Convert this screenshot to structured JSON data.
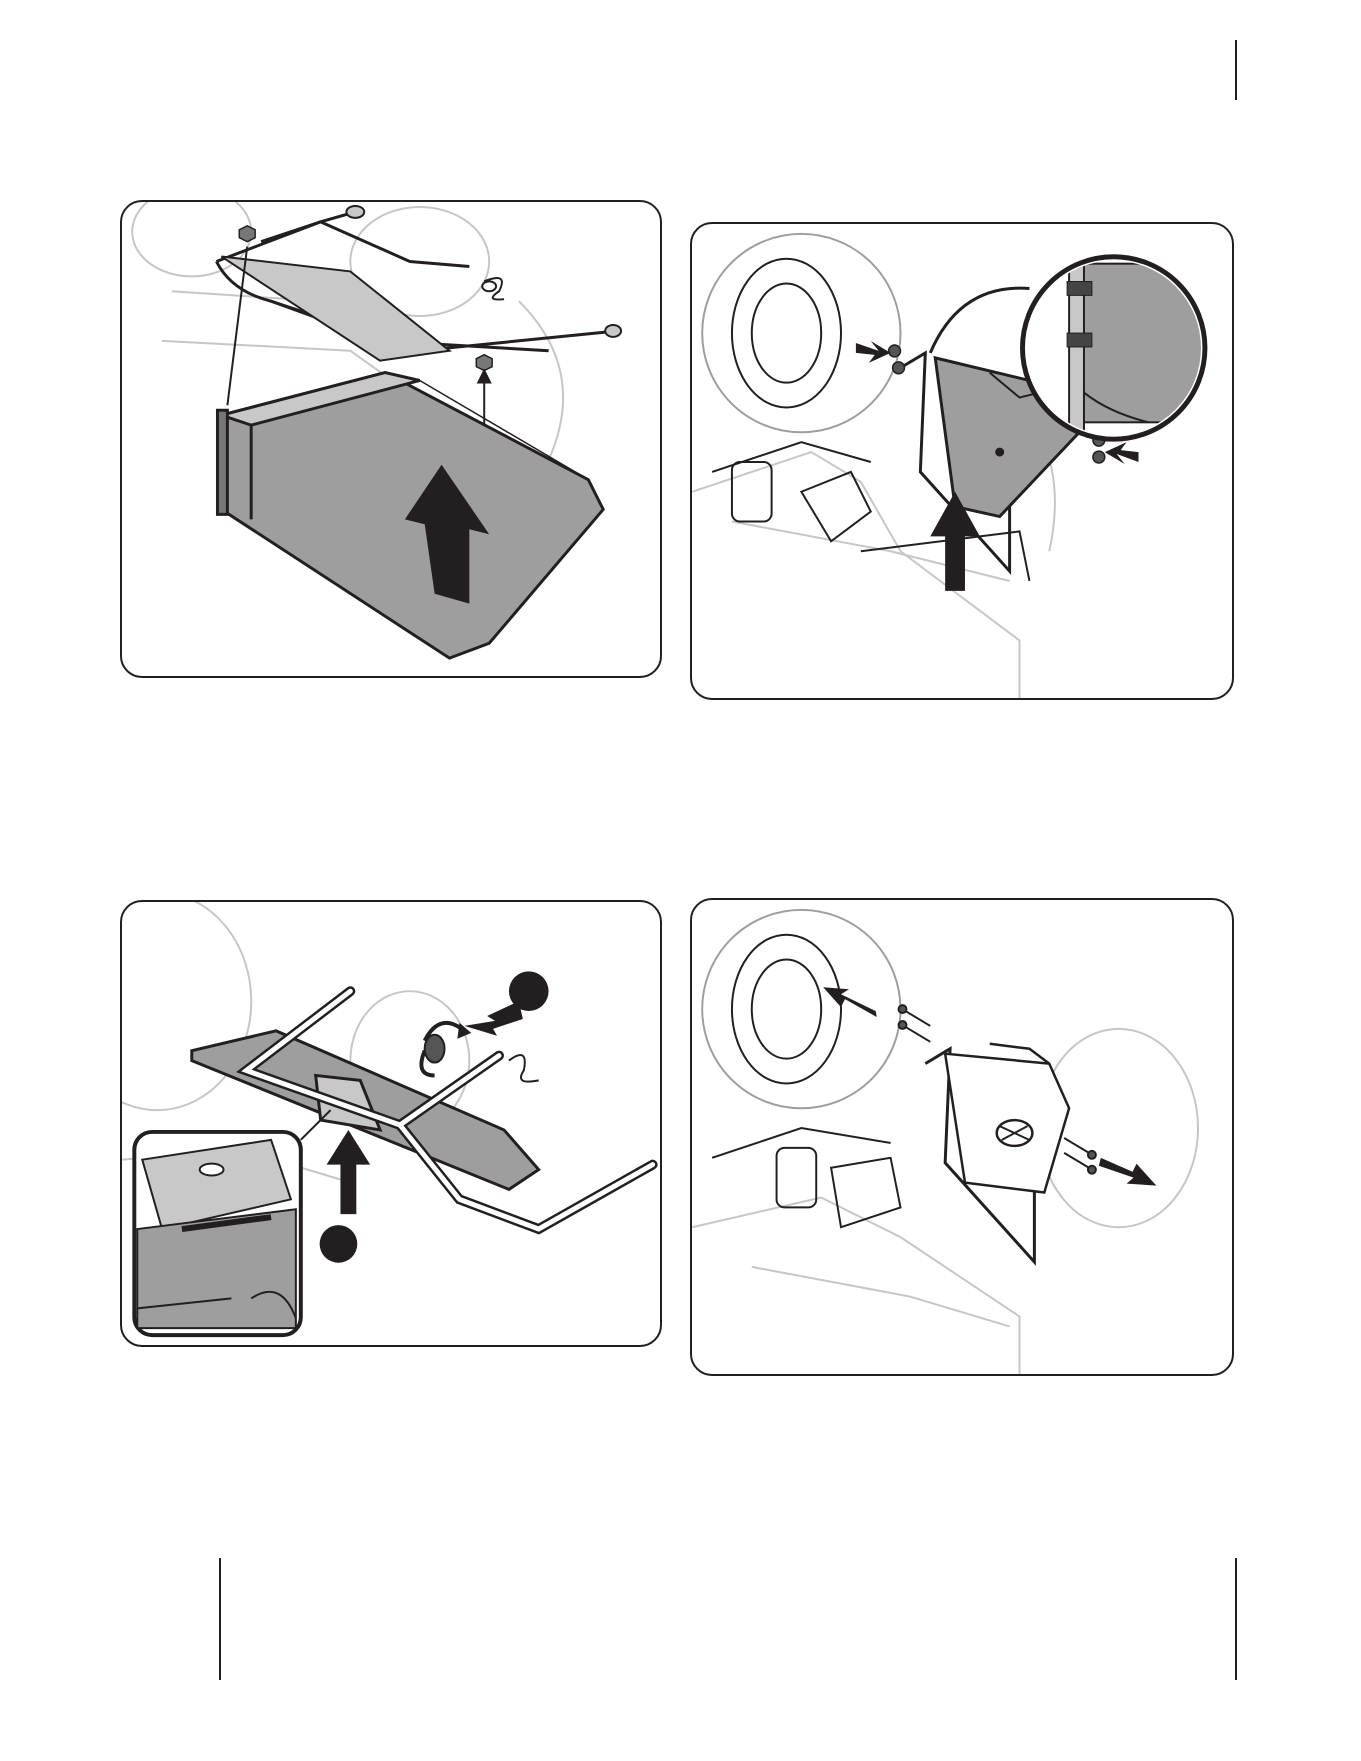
{
  "page": {
    "footer_text": "",
    "colors": {
      "line": "#231f20",
      "part_fill": "#9e9e9e",
      "part_fill_light": "#c8c8c8",
      "ghost": "#c6c6c6",
      "paper": "#ffffff"
    }
  },
  "figures": [
    {
      "id": "figure-1",
      "description_icons": [
        "hex-nut-icon",
        "up-arrow-icon"
      ]
    },
    {
      "id": "figure-2",
      "description_icons": [
        "hex-nut-icon",
        "right-arrow-icon",
        "left-arrow-icon",
        "up-arrow-icon",
        "detail-magnifier-icon"
      ]
    },
    {
      "id": "figure-3",
      "description_icons": [
        "rotate-arrow-icon",
        "left-arrow-icon",
        "up-arrow-icon",
        "step-marker-icon",
        "detail-inset-icon"
      ]
    },
    {
      "id": "figure-4",
      "description_icons": [
        "bolt-icon",
        "left-arrow-icon",
        "right-arrow-icon"
      ]
    }
  ]
}
